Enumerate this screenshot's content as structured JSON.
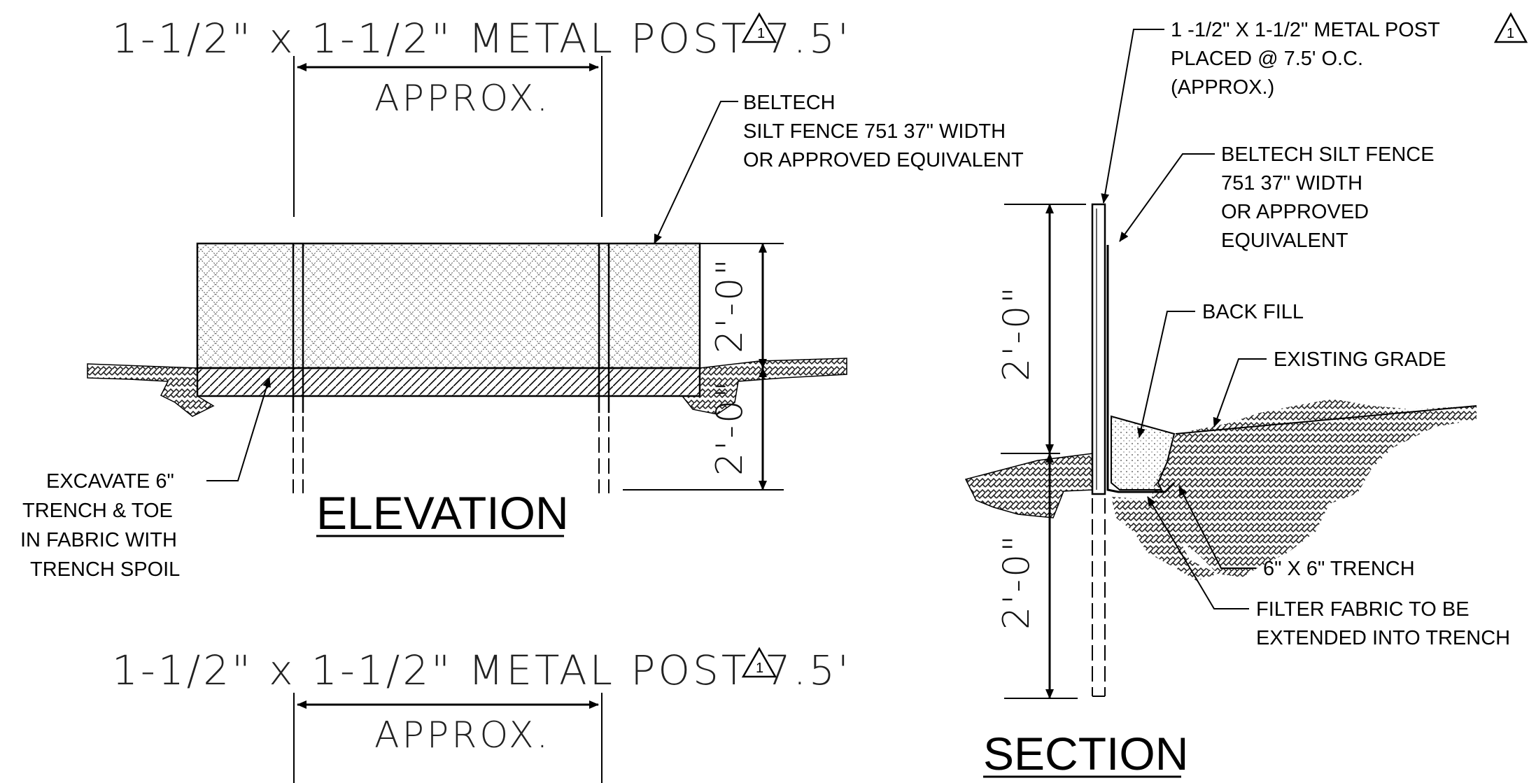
{
  "elevation": {
    "post_callout_top": "1-1/2\" x 1-1/2\" METAL POST 7.5'",
    "approx": "APPROX.",
    "fence_label": [
      "BELTECH",
      "SILT FENCE 751 37\" WIDTH",
      "OR APPROVED EQUIVALENT"
    ],
    "dim_above": "2'-0\"",
    "dim_below": "2'-0\"",
    "excavate": [
      "EXCAVATE 6\"",
      "TRENCH & TOE",
      "IN FABRIC WITH",
      "TRENCH SPOIL"
    ],
    "title": "ELEVATION",
    "post_callout_bottom": "1-1/2\" x 1-1/2\" METAL POST 7.5'",
    "approx_bottom": "APPROX.",
    "revision_mark": "1"
  },
  "section": {
    "post_label": [
      "1 -1/2\" X 1-1/2\" METAL POST",
      "PLACED @ 7.5' O.C.",
      "(APPROX.)"
    ],
    "fence_label": [
      "BELTECH SILT FENCE",
      "751 37\" WIDTH",
      "OR APPROVED",
      "EQUIVALENT"
    ],
    "back_fill": "BACK FILL",
    "existing_grade": "EXISTING GRADE",
    "trench": "6\" X 6\" TRENCH",
    "filter_fabric": [
      "FILTER FABRIC TO BE",
      "EXTENDED INTO TRENCH"
    ],
    "dim_above": "2'-0\"",
    "dim_below": "2'-0\"",
    "title": "SECTION",
    "revision_mark": "1"
  }
}
